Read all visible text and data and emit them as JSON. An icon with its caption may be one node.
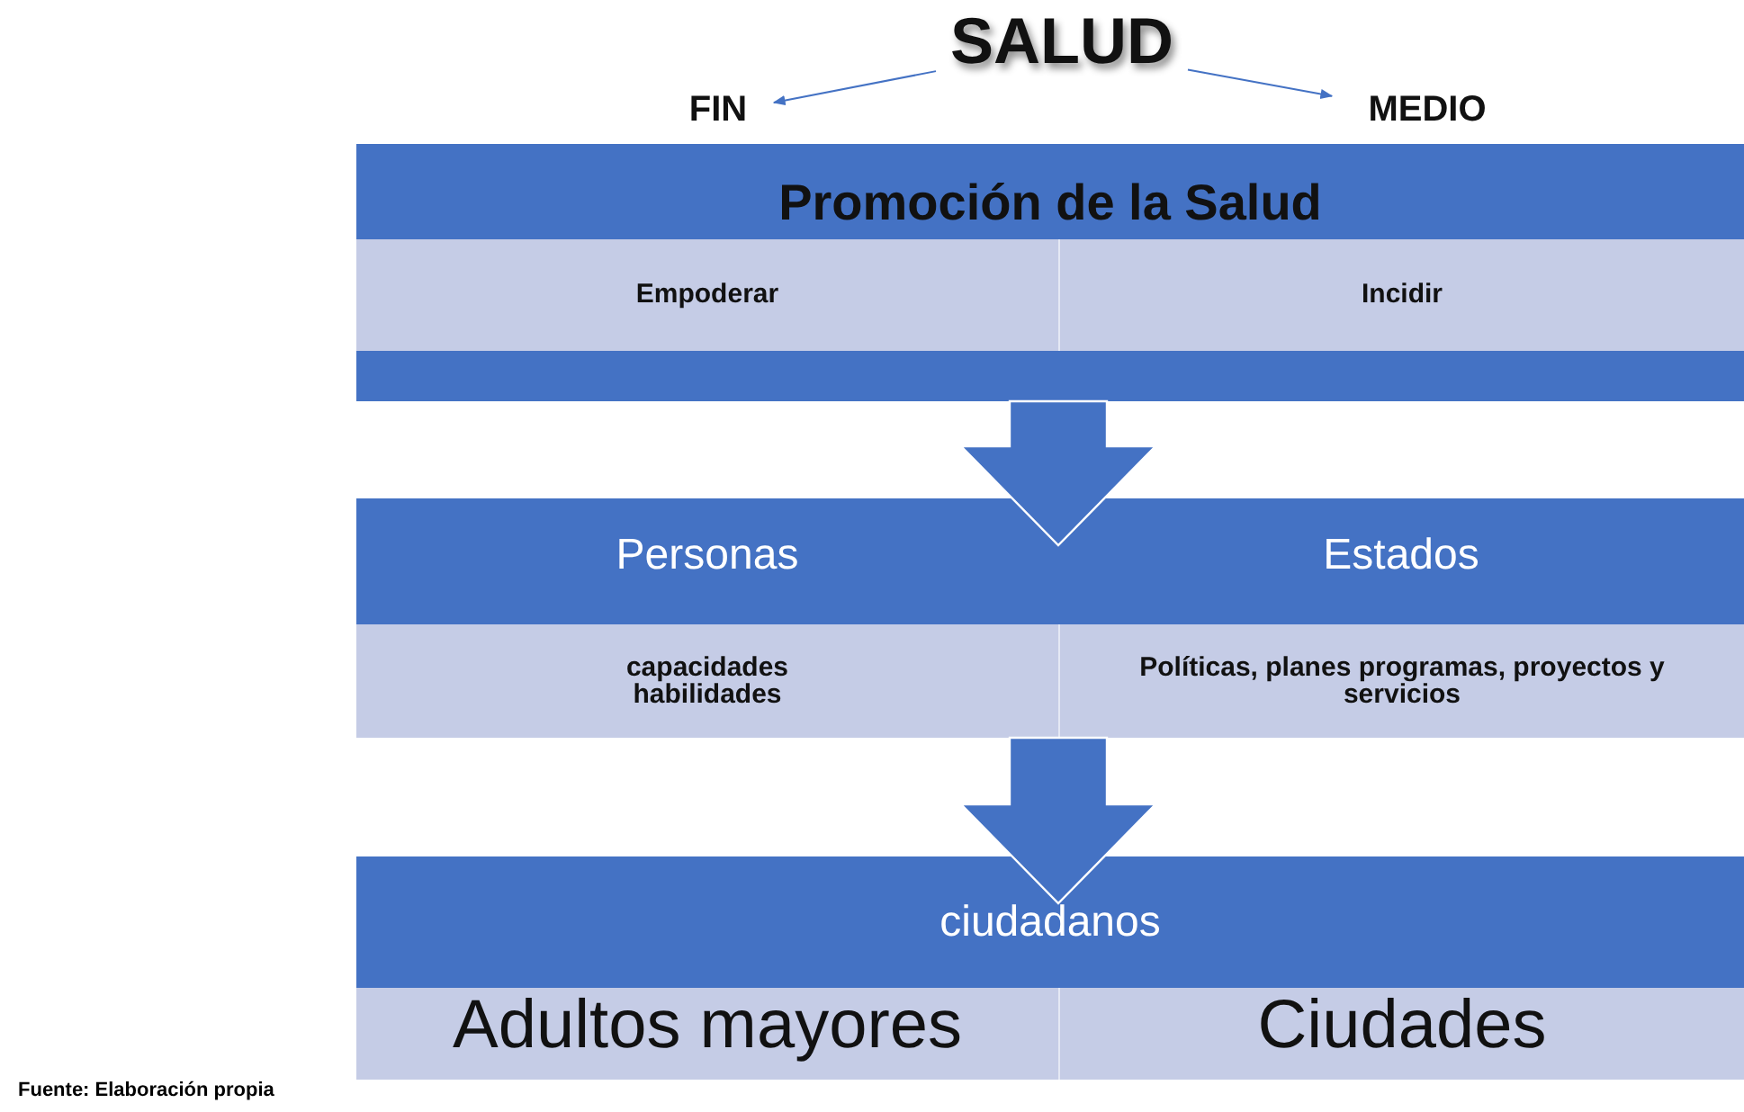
{
  "diagram": {
    "nodes": [
      {
        "text": [
          "SALUD"
        ]
      },
      {
        "text": [
          "FIN"
        ]
      },
      {
        "text": [
          "MEDIO"
        ]
      },
      {
        "text": [
          "Promoción de la Salud"
        ]
      },
      {
        "text": [
          "Empoderar"
        ],
        "in": 3
      },
      {
        "text": [
          "Incidir"
        ],
        "in": 3
      },
      {
        "text": [],
        "shape": "box"
      },
      {
        "text": [
          "Personas"
        ],
        "in": 6
      },
      {
        "text": [
          "Estados"
        ],
        "in": 6
      },
      {
        "text": [
          "capacidades habilidades"
        ],
        "in": 6
      },
      {
        "text": [
          "Políticas, planes programas, proyectos y servicios"
        ],
        "in": 6
      },
      {
        "text": [
          "ciudadanos"
        ]
      },
      {
        "text": [
          "Adultos mayores"
        ],
        "in": 11
      },
      {
        "text": [
          "Ciudades"
        ],
        "in": 11
      }
    ],
    "edges": [
      {
        "from": 0,
        "to": 1,
        "arrow": "to"
      },
      {
        "from": 0,
        "to": 2,
        "arrow": "to"
      },
      {
        "from": 3,
        "to": 6,
        "arrow": "to",
        "style": "thick"
      },
      {
        "from": 6,
        "to": 11,
        "arrow": "to",
        "style": "thick"
      }
    ],
    "labels": [
      "Fuente: Elaboración propia"
    ]
  }
}
